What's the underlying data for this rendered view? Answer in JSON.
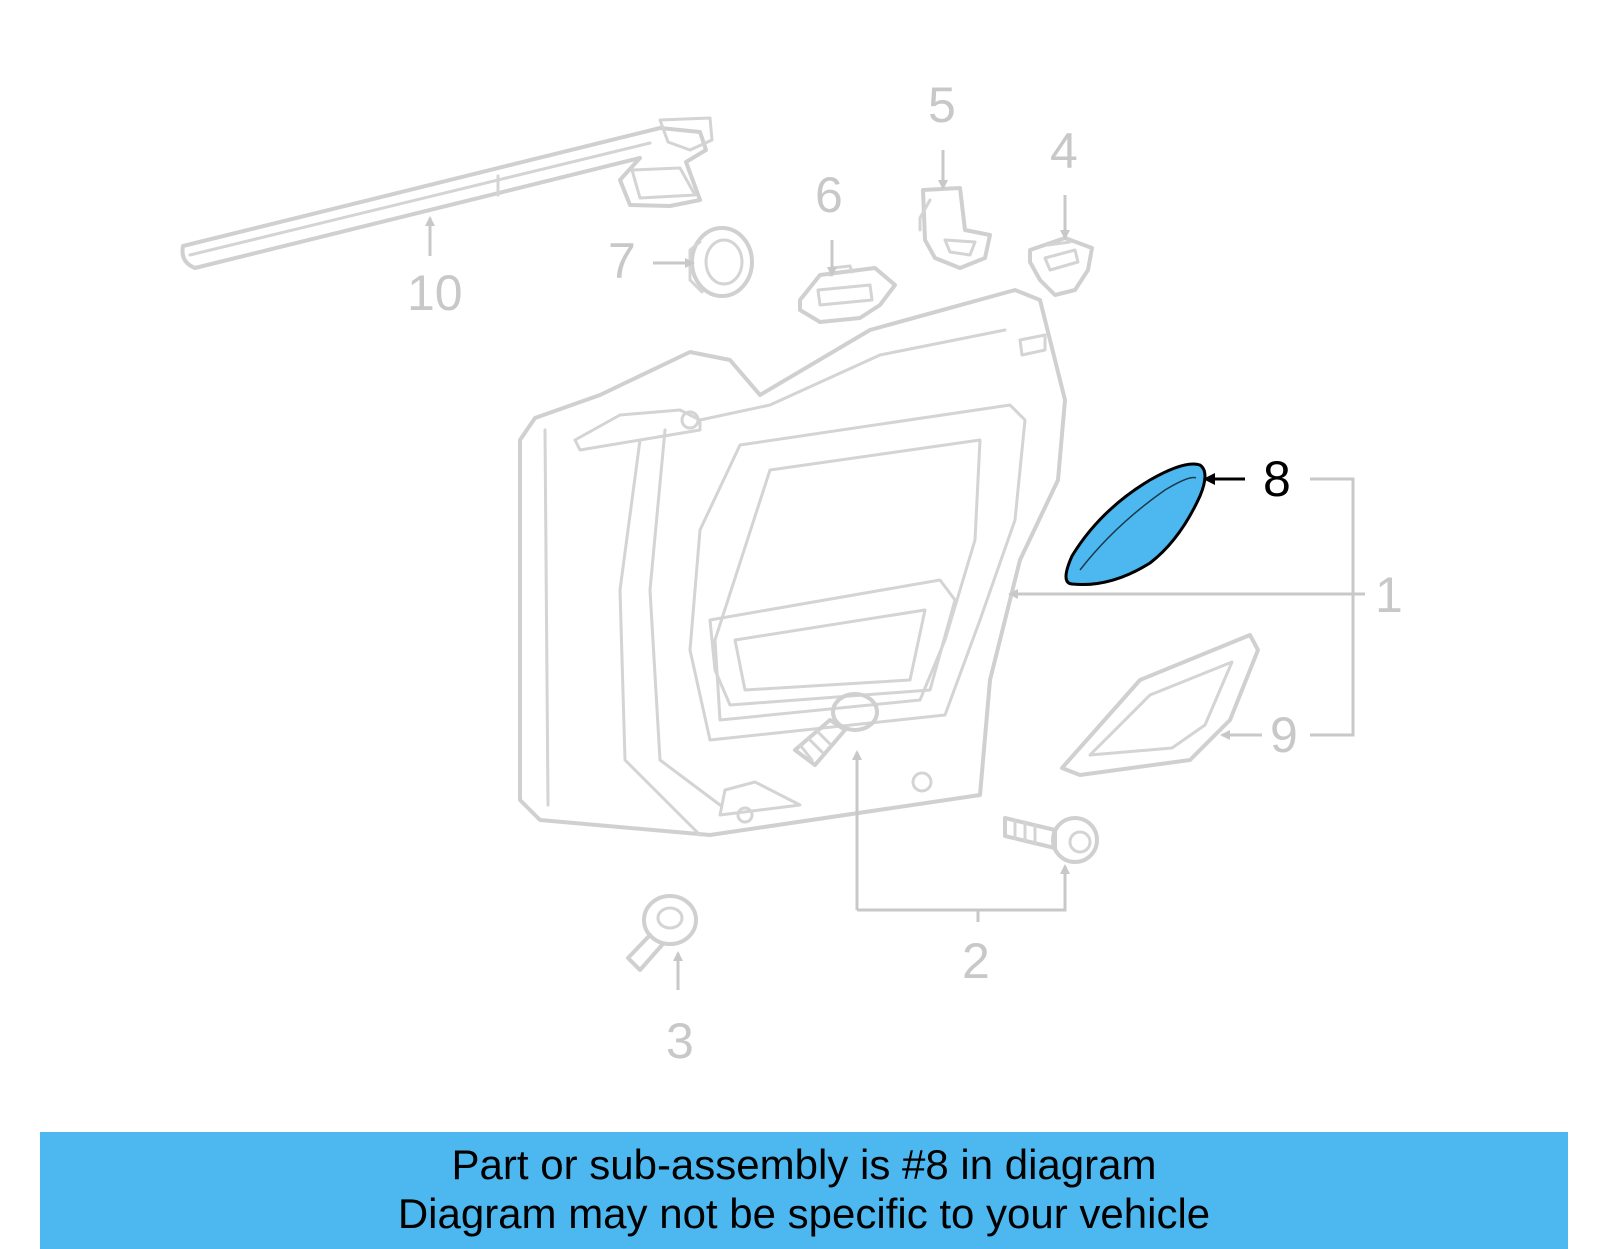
{
  "diagram": {
    "callouts": [
      "1",
      "2",
      "3",
      "4",
      "5",
      "6",
      "7",
      "8",
      "9",
      "10"
    ],
    "highlighted_callout": "8",
    "highlight_color": "#4db8f0",
    "part_line_color": "#d0d0d0"
  },
  "banner": {
    "line1": "Part or sub-assembly is #8 in diagram",
    "line2": "Diagram may not be specific to your vehicle",
    "background": "#4db8f0"
  }
}
